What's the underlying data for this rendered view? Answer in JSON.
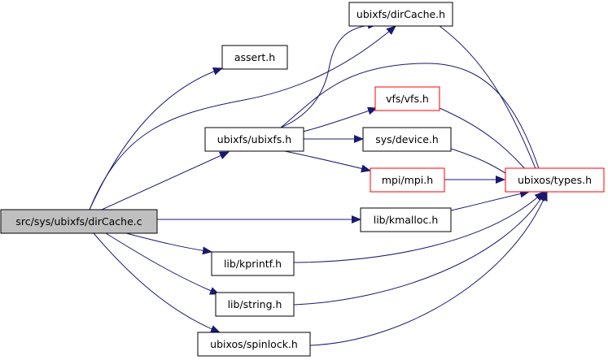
{
  "colors": {
    "edge": "#191970",
    "border_default": "#000000",
    "border_incomplete": "#ff0000",
    "root_fill": "#bfbfbf",
    "node_fill": "#ffffff"
  },
  "nodes": [
    {
      "id": "root",
      "label": "src/sys/ubixfs/dirCache.c",
      "style": "root"
    },
    {
      "id": "assert",
      "label": "assert.h",
      "style": "default"
    },
    {
      "id": "ubixfs_dircache",
      "label": "ubixfs/dirCache.h",
      "style": "default"
    },
    {
      "id": "ubixfs_ubixfs",
      "label": "ubixfs/ubixfs.h",
      "style": "default"
    },
    {
      "id": "vfs",
      "label": "vfs/vfs.h",
      "style": "incomplete"
    },
    {
      "id": "device",
      "label": "sys/device.h",
      "style": "default"
    },
    {
      "id": "mpi",
      "label": "mpi/mpi.h",
      "style": "incomplete"
    },
    {
      "id": "types",
      "label": "ubixos/types.h",
      "style": "incomplete"
    },
    {
      "id": "kmalloc",
      "label": "lib/kmalloc.h",
      "style": "default"
    },
    {
      "id": "kprintf",
      "label": "lib/kprintf.h",
      "style": "default"
    },
    {
      "id": "string",
      "label": "lib/string.h",
      "style": "default"
    },
    {
      "id": "spinlock",
      "label": "ubixos/spinlock.h",
      "style": "default"
    }
  ]
}
